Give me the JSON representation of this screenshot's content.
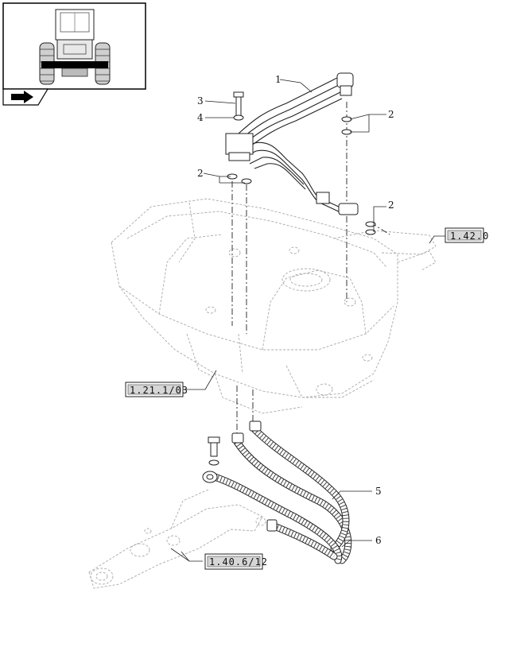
{
  "callouts": {
    "c1": "1",
    "c2a": "2",
    "c2b": "2",
    "c2c": "2",
    "c3": "3",
    "c4": "4",
    "c5": "5",
    "c6": "6"
  },
  "references": {
    "ref_front": "1.42.0",
    "ref_frame": "1.21.1/03",
    "ref_axle": "1.40.6/12"
  },
  "icons": {
    "thumbnail": "tractor-front-view-icon",
    "nav": "arrow-right-icon"
  }
}
